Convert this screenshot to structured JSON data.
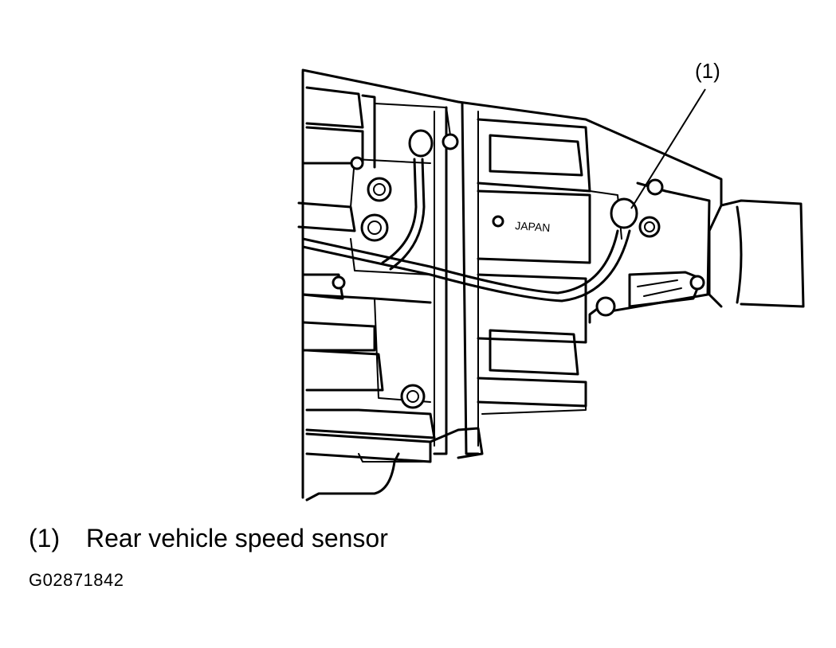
{
  "callout": {
    "label": "(1)"
  },
  "stamp": {
    "text": "JAPAN"
  },
  "legend": [
    {
      "num": "(1)",
      "text": "Rear vehicle speed sensor"
    }
  ],
  "figure_id": "G02871842"
}
